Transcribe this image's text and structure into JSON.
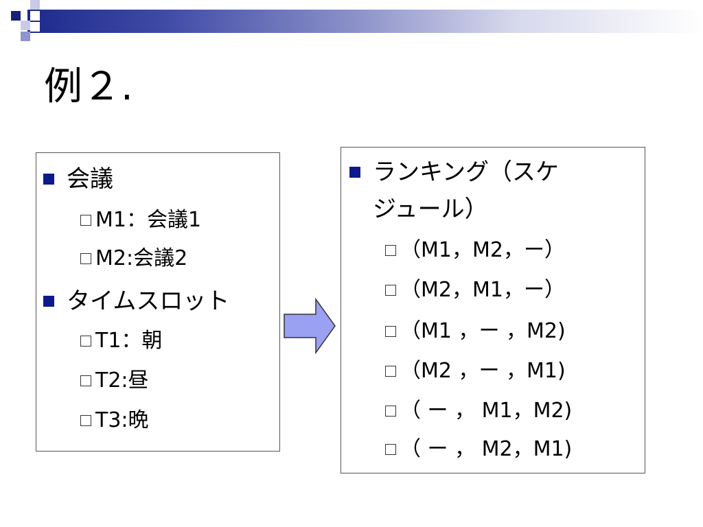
{
  "title": "例２.",
  "left_box": {
    "items": [
      {
        "label": "会議",
        "children": [
          "M1：会議1",
          "M2:会議2"
        ]
      },
      {
        "label": "タイムスロット",
        "children": [
          "T1：朝",
          "T2:昼",
          "T3:晩"
        ]
      }
    ]
  },
  "right_box": {
    "heading_line1": "ランキング（スケ",
    "heading_line2": "ジュール）",
    "children": [
      "（M1，M2，ー）",
      "（M2，M1，ー）",
      "（M1 ，ー ，M2)",
      "（M2 ，ー ，M1)",
      "（ ー ， M1，M2)",
      "（ ー ， M2，M1)"
    ]
  },
  "colors": {
    "accent": "#0d1a8c",
    "arrow_fill": "#9aa0f2",
    "arrow_stroke": "#333333"
  }
}
